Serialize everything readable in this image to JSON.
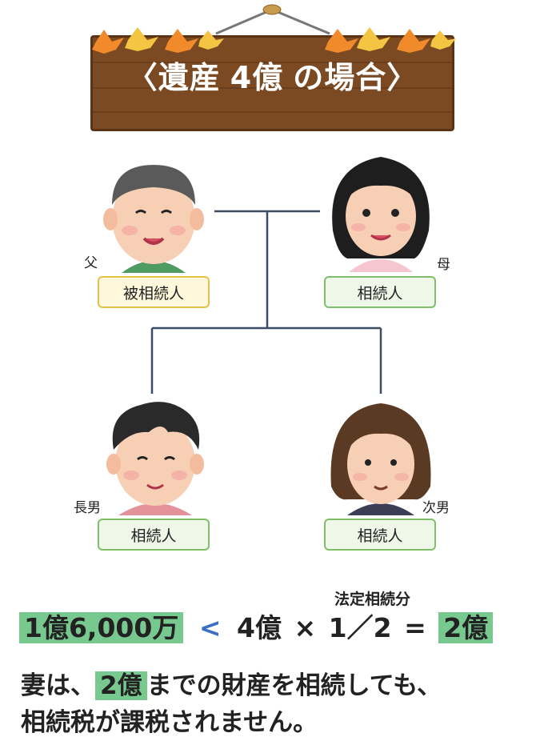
{
  "sign": {
    "title_prefix": "〈遺産",
    "title_amount": "4億",
    "title_suffix": "の場合〉"
  },
  "people": {
    "father": {
      "relation": "父",
      "role": "被相続人"
    },
    "mother": {
      "relation": "母",
      "role": "相続人"
    },
    "son1": {
      "relation": "長男",
      "role": "相続人"
    },
    "son2": {
      "relation": "次男",
      "role": "相続人"
    }
  },
  "formula": {
    "left": "1億6,000万",
    "op_less": "<",
    "estate": "4億",
    "op_times": "×",
    "share": "1／2",
    "op_equals": "=",
    "result": "2億",
    "share_label": "法定相続分"
  },
  "note": {
    "line1_prefix": "妻は、",
    "line1_amount": "2億",
    "line1_suffix": "までの財産を相続しても、",
    "line2": "相続税が課税されません。"
  },
  "colors": {
    "highlight": "#78c98f",
    "wood": "#7b4a22",
    "accent_blue": "#3a6fc4"
  }
}
